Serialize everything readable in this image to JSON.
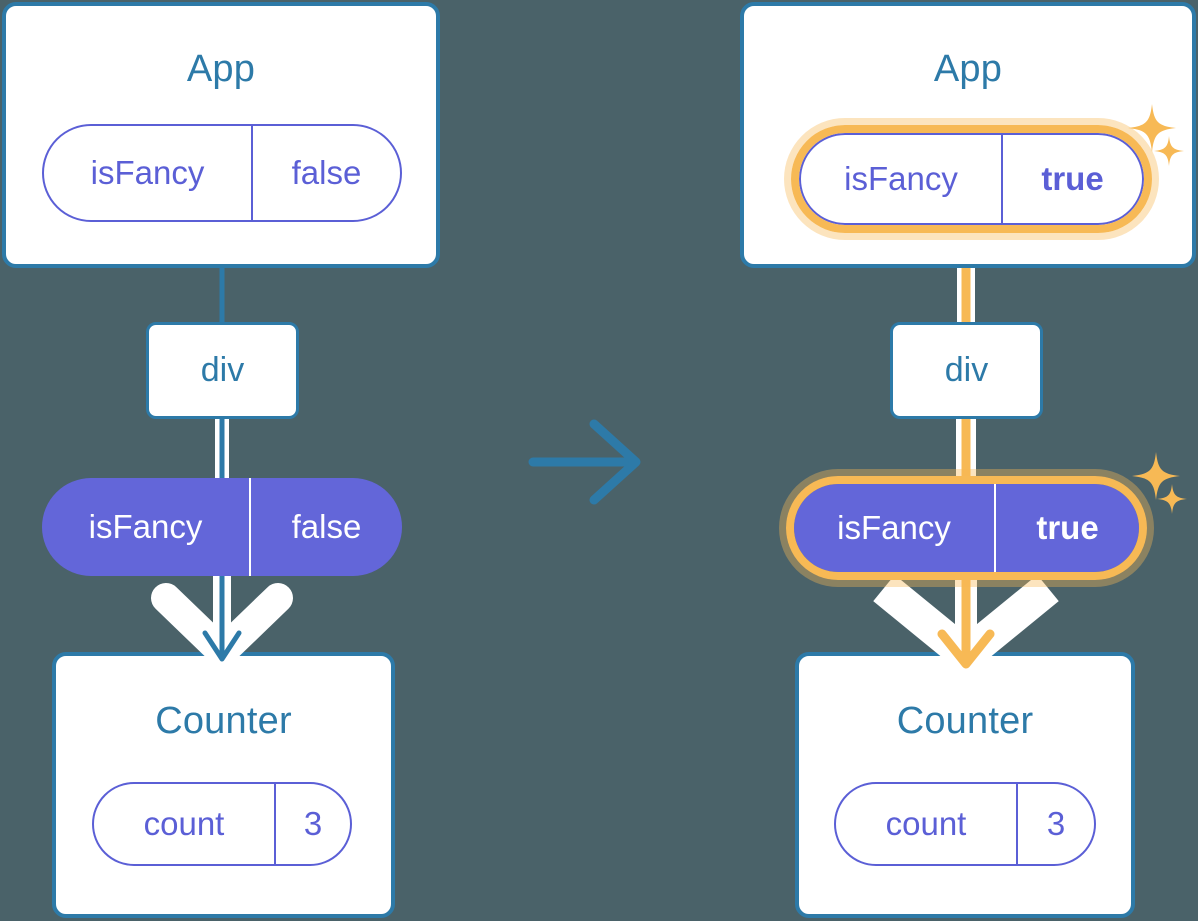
{
  "diagram": {
    "type": "react-state-propagation",
    "background_color": "#4a6269",
    "accent_blue": "#2d7aa8",
    "accent_purple": "#5b5fd6",
    "accent_purple_fill": "#6366d9",
    "highlight_orange": "#f7b955",
    "transition_icon": "right-arrow-icon"
  },
  "before": {
    "app": {
      "title": "App",
      "state": {
        "key": "isFancy",
        "value": "false",
        "highlighted": false
      }
    },
    "div": {
      "label": "div"
    },
    "prop": {
      "key": "isFancy",
      "value": "false",
      "highlighted": false
    },
    "counter": {
      "title": "Counter",
      "state": {
        "key": "count",
        "value": "3",
        "highlighted": false
      }
    }
  },
  "after": {
    "app": {
      "title": "App",
      "state": {
        "key": "isFancy",
        "value": "true",
        "highlighted": true
      }
    },
    "div": {
      "label": "div"
    },
    "prop": {
      "key": "isFancy",
      "value": "true",
      "highlighted": true
    },
    "counter": {
      "title": "Counter",
      "state": {
        "key": "count",
        "value": "3",
        "highlighted": false
      }
    },
    "sparkles": [
      "sparkle-large",
      "sparkle-small"
    ]
  }
}
